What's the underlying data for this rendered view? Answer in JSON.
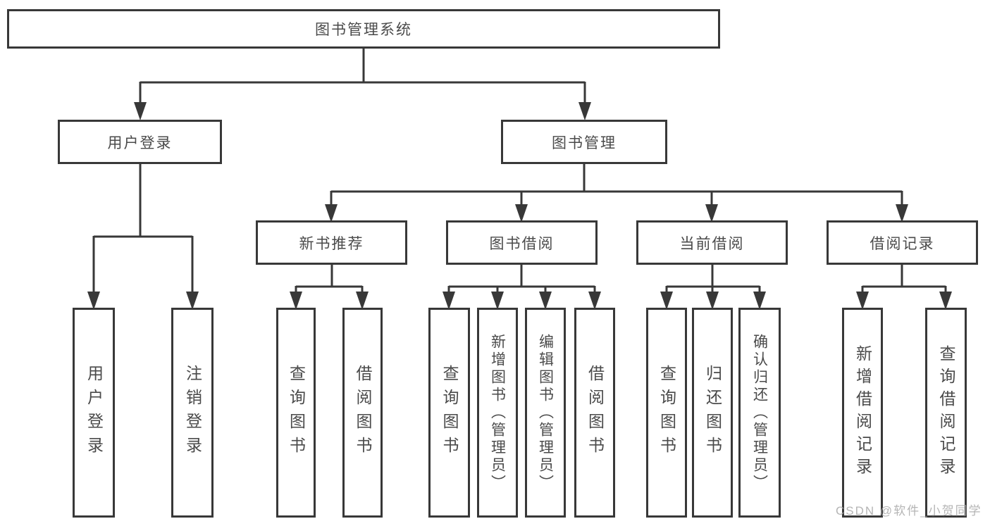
{
  "diagram": {
    "title": "图书管理系统",
    "nodes": {
      "root": "图书管理系统",
      "branches": [
        {
          "label": "用户登录",
          "children": [
            "用户登录",
            "注销登录"
          ]
        },
        {
          "label": "图书管理",
          "sections": [
            {
              "label": "新书推荐",
              "children": [
                "查询图书",
                "借阅图书"
              ]
            },
            {
              "label": "图书借阅",
              "children": [
                "查询图书",
                "新增图书（管理员）",
                "编辑图书（管理员）",
                "借阅图书"
              ]
            },
            {
              "label": "当前借阅",
              "children": [
                "查询图书",
                "归还图书",
                "确认归还（管理员）"
              ]
            },
            {
              "label": "借阅记录",
              "children": [
                "新增借阅记录",
                "查询借阅记录"
              ]
            }
          ]
        }
      ]
    },
    "colors": {
      "line": "#383838",
      "box_border": "#383838",
      "box_fill": "#ffffff",
      "text": "#4a4a4a",
      "background": "#ffffff",
      "watermark": "#a8a8a8"
    }
  },
  "watermark": "CSDN @软件_小贺同学"
}
